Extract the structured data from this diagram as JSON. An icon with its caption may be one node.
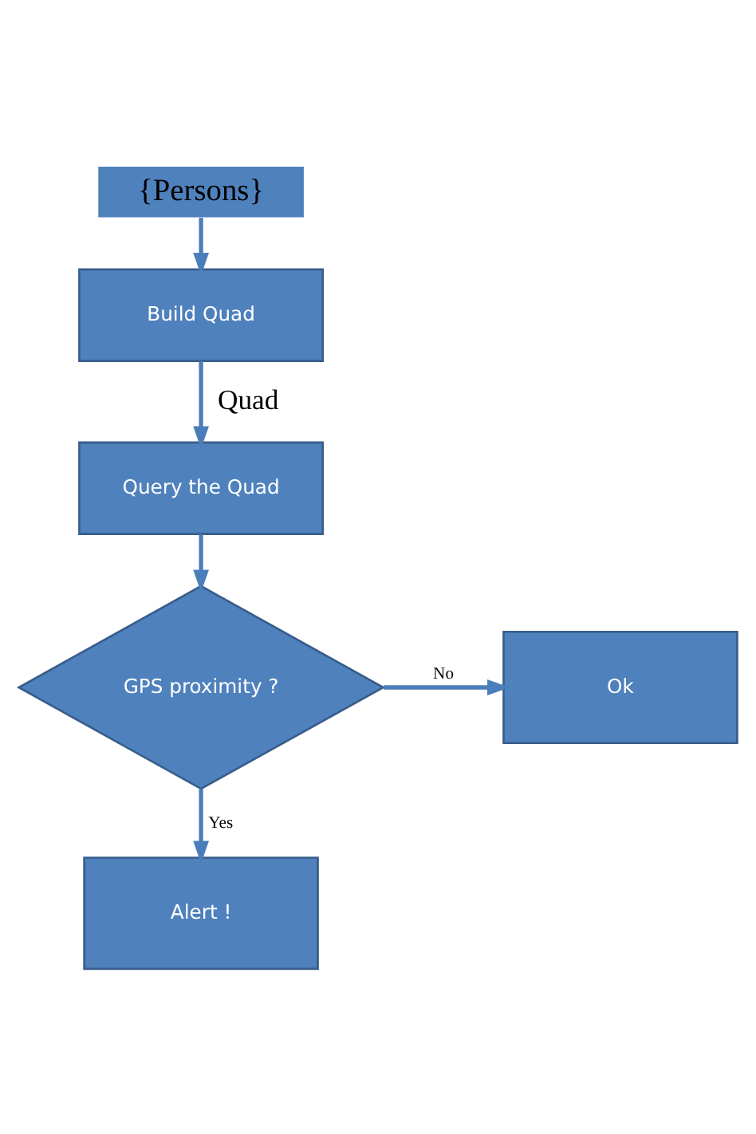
{
  "diagram": {
    "nodes": [
      {
        "text": [
          "{Persons}"
        ]
      },
      {
        "text": [
          "Build Quad"
        ]
      },
      {
        "text": [
          "Query the Quad"
        ]
      },
      {
        "text": [
          "GPS proximity ?"
        ]
      },
      {
        "text": [
          "Ok"
        ]
      },
      {
        "text": [
          "Alert !"
        ]
      }
    ],
    "edges": [
      {
        "from": 0,
        "to": 1,
        "arrow": "to"
      },
      {
        "from": 1,
        "to": 2,
        "arrow": "to",
        "label": "Quad"
      },
      {
        "from": 2,
        "to": 3,
        "arrow": "to"
      },
      {
        "from": 3,
        "to": 4,
        "arrow": "to",
        "label": "No"
      },
      {
        "from": 3,
        "to": 5,
        "arrow": "to",
        "label": "Yes"
      }
    ]
  }
}
